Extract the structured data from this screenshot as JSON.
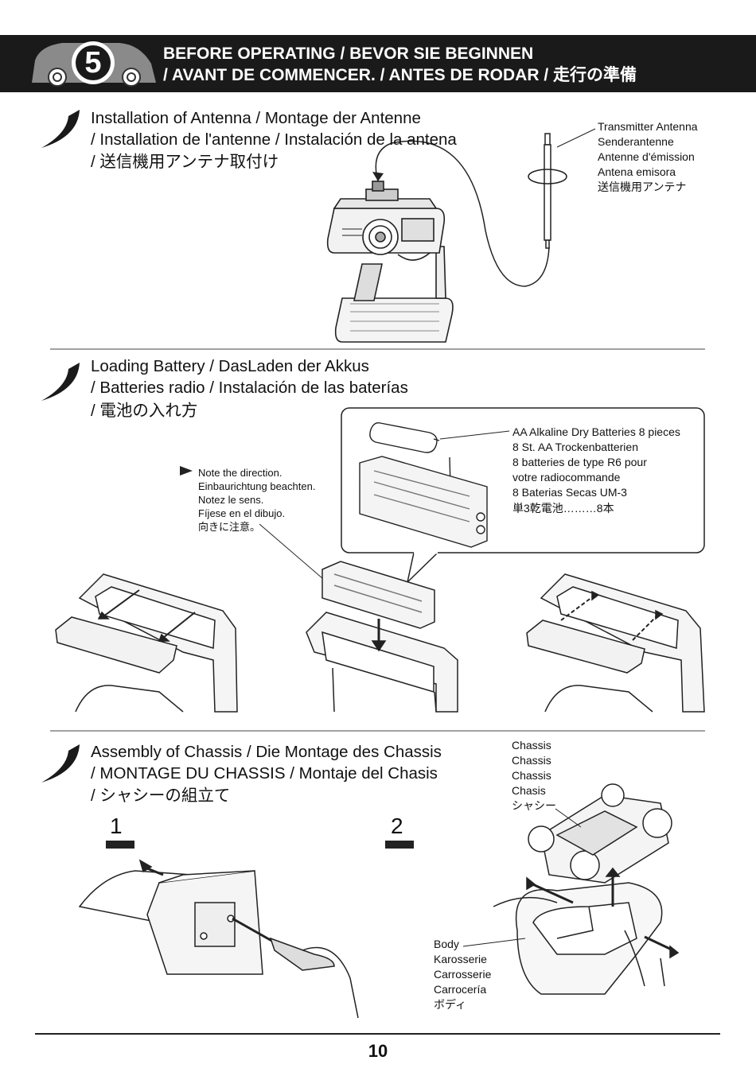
{
  "header": {
    "step_number": "5",
    "line1": "BEFORE OPERATING  / BEVOR SIE BEGINNEN",
    "line2": "/ AVANT DE COMMENCER. / ANTES DE RODAR  / 走行の準備"
  },
  "antenna": {
    "title_lines": [
      "Installation of Antenna / Montage der Antenne",
      "/ Installation de l'antenne / Instalación de la antena",
      "/ 送信機用アンテナ取付け"
    ],
    "label_lines": [
      "Transmitter Antenna",
      "Senderantenne",
      "Antenne d'émission",
      "Antena emisora",
      "送信機用アンテナ"
    ]
  },
  "battery": {
    "title_lines": [
      "Loading Battery / DasLaden der Akkus",
      "/ Batteries radio / Instalación de las baterías",
      "/ 電池の入れ方"
    ],
    "callout_lines": [
      "AA Alkaline Dry Batteries   8 pieces",
      "8 St. AA Trockenbatterien",
      "8 batteries de type R6 pour",
      "votre radiocommande",
      "8 Baterias Secas UM-3",
      "単3乾電池………8本"
    ],
    "note_lines": [
      "Note the direction.",
      "Einbaurichtung beachten.",
      "Notez le sens.",
      "Fíjese en el dibujo.",
      "向きに注意。"
    ]
  },
  "chassis": {
    "title_lines": [
      "Assembly of Chassis / Die Montage des Chassis",
      "/ MONTAGE DU CHASSIS / Montaje del Chasis",
      "/ シャシーの組立て"
    ],
    "step1": "1",
    "step2": "2",
    "chassis_label_lines": [
      "Chassis",
      "Chassis",
      "Chassis",
      "Chasis",
      "シャシー"
    ],
    "body_label_lines": [
      "Body",
      "Karosserie",
      "Carrosserie",
      "Carrocería",
      "ボディ"
    ]
  },
  "footer": {
    "page_number": "10"
  }
}
